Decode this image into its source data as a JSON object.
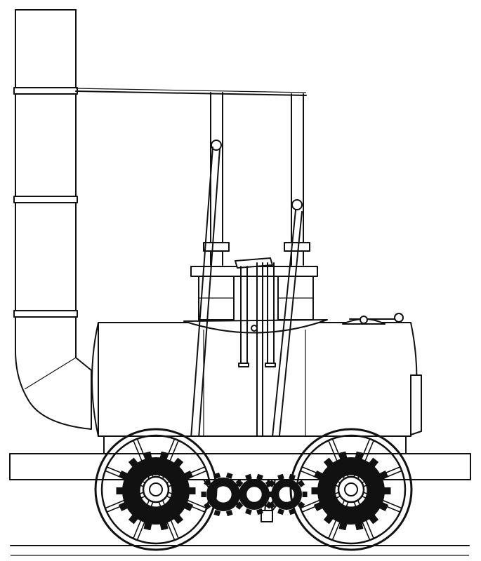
{
  "figure": {
    "subject": "locomotive-line-drawing",
    "ink_color": "#111111",
    "paper_color": "#ffffff",
    "wheel_spokes": 8,
    "gear_teeth": 14
  }
}
